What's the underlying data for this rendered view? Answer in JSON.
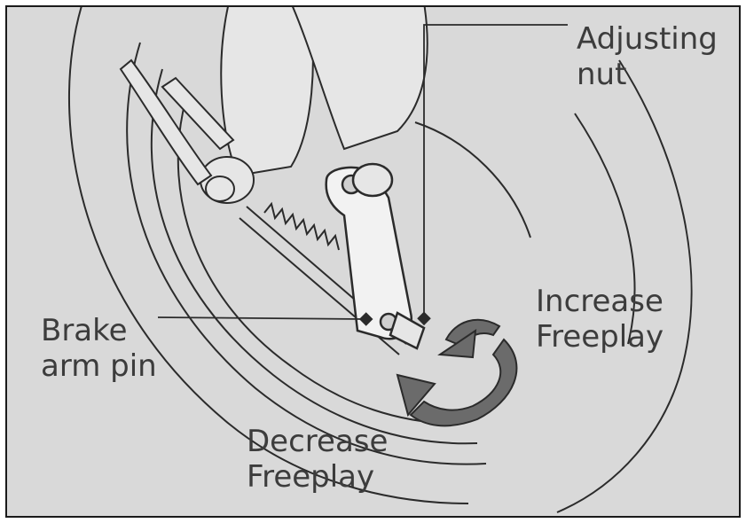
{
  "figure": {
    "labels": {
      "adjusting_nut_line1": "Adjusting",
      "adjusting_nut_line2": "nut",
      "increase_line1": "Increase",
      "increase_line2": "Freeplay",
      "brake_arm_pin_line1": "Brake",
      "brake_arm_pin_line2": "arm pin",
      "decrease_line1": "Decrease",
      "decrease_line2": "Freeplay"
    },
    "colors": {
      "background": "#d9d9d9",
      "line": "#2b2b2b",
      "arrow": "#6b6b6b",
      "text": "#3c3c3c"
    }
  }
}
